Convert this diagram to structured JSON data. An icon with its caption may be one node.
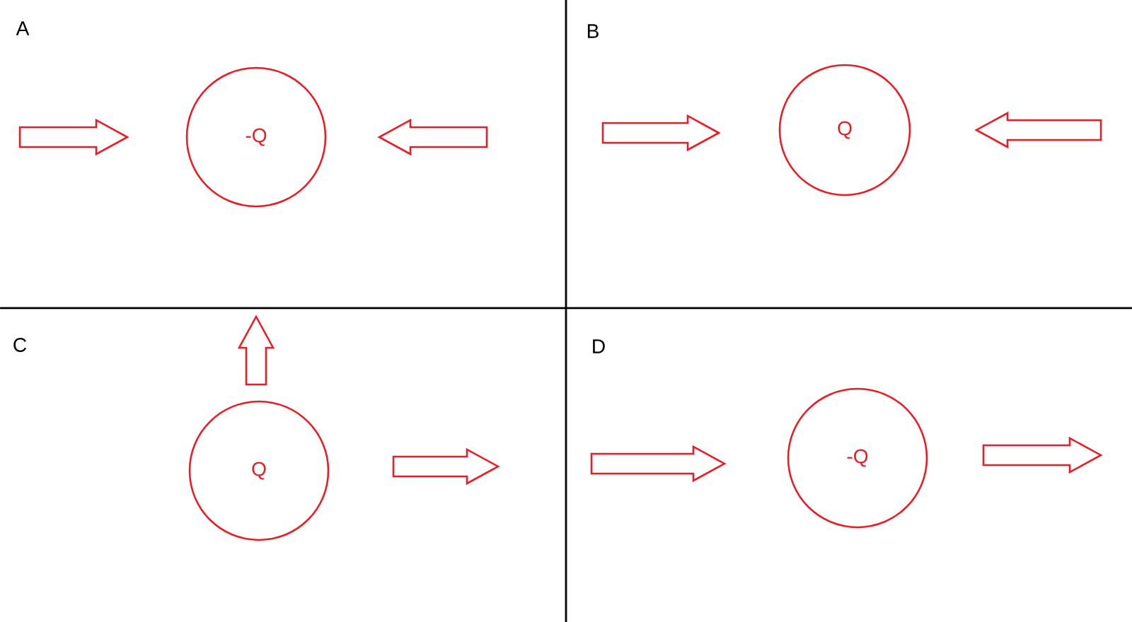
{
  "diagram": {
    "nodes": [
      {
        "text": [
          "-Q"
        ]
      },
      {
        "text": [
          "Q"
        ]
      },
      {
        "text": [
          "Q"
        ]
      },
      {
        "text": [
          "-Q"
        ]
      }
    ],
    "labels": [
      "A",
      "B",
      "C",
      "D"
    ]
  }
}
